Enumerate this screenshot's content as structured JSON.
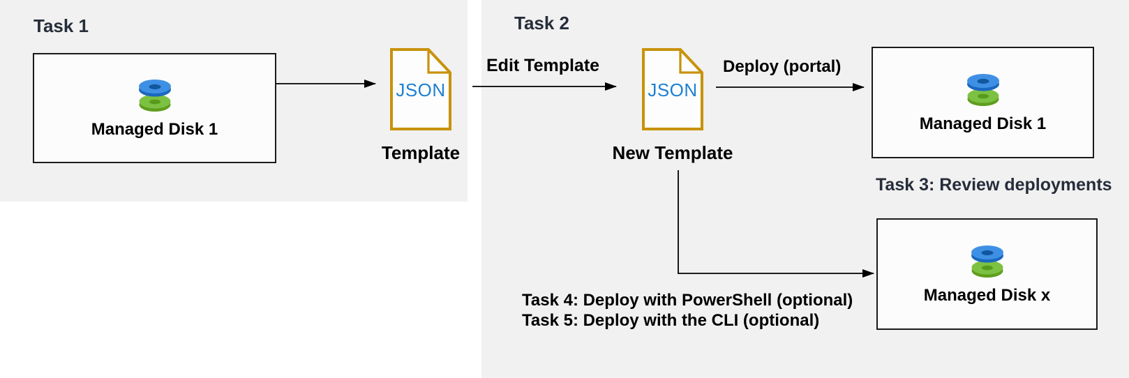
{
  "colors": {
    "panel_bg": "#f1f1f1",
    "box_bg": "#fcfcfc",
    "box_border": "#1a1a1a",
    "heading_text": "#262d3a",
    "label_text": "#000000",
    "arrow": "#000000",
    "file_outline": "#c8920b",
    "json_text": "#1e80d2",
    "disk_blue_top": "#3f90e4",
    "disk_blue_side": "#1a68c0",
    "disk_blue_hole": "#1157a0",
    "disk_green_top": "#7dc142",
    "disk_green_side": "#5f9e1e",
    "disk_green_hole": "#589a1a"
  },
  "panels": {
    "task1": {
      "heading": "Task 1"
    },
    "task2": {
      "heading": "Task 2"
    }
  },
  "nodes": {
    "disk1_source": {
      "label": "Managed Disk 1"
    },
    "template_file": {
      "file_text": "JSON",
      "label": "Template"
    },
    "new_template_file": {
      "file_text": "JSON",
      "label": "New Template"
    },
    "disk1_deployed": {
      "label": "Managed Disk 1"
    },
    "disk_x_deployed": {
      "label": "Managed Disk x"
    }
  },
  "arrow_labels": {
    "edit_template": "Edit Template",
    "deploy_portal": "Deploy (portal)"
  },
  "annotations": {
    "task3": "Task 3: Review deployments",
    "task4": "Task 4: Deploy with PowerShell (optional)",
    "task5": "Task 5: Deploy with the CLI (optional)"
  }
}
